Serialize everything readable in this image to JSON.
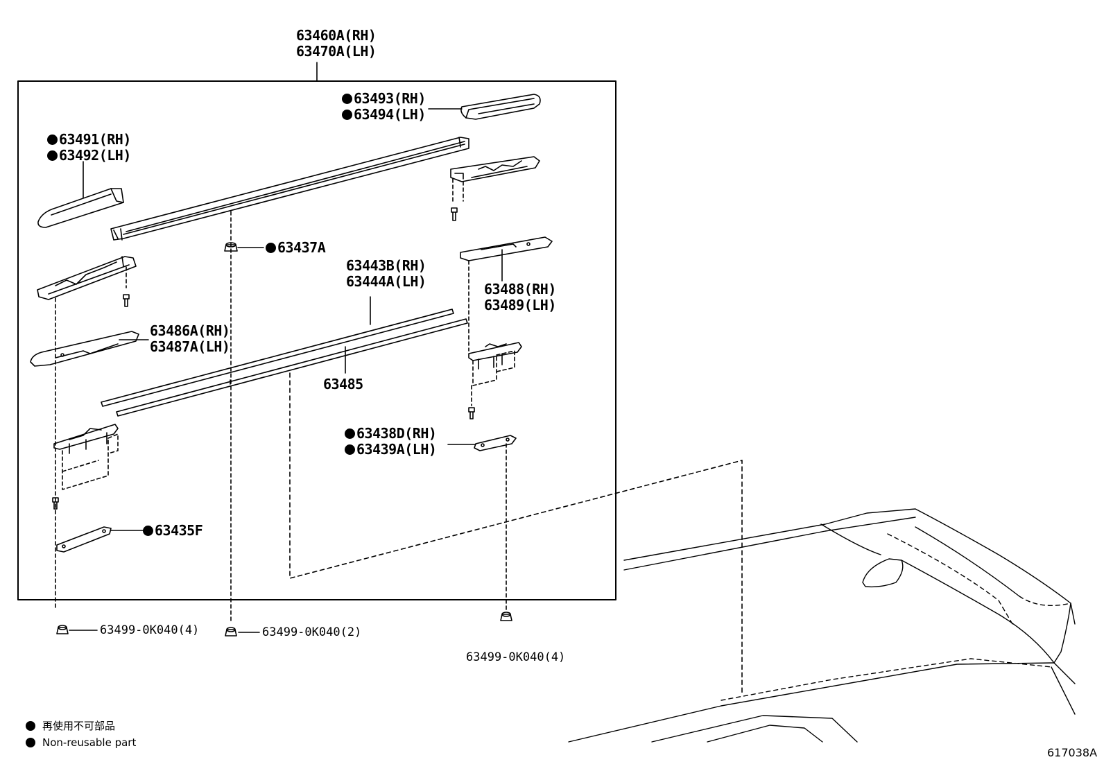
{
  "labels": {
    "assembly_rh": "63460A(RH)",
    "assembly_lh": "63470A(LH)",
    "cover_front_rh": "63493(RH)",
    "cover_front_lh": "63494(LH)",
    "cover_rear_rh": "63491(RH)",
    "cover_rear_lh": "63492(LH)",
    "nut_63437": "63437A",
    "molding_rh": "63443B(RH)",
    "molding_lh": "63444A(LH)",
    "bracket_front_rh": "63488(RH)",
    "bracket_front_lh": "63489(LH)",
    "bracket_rear_rh": "63486A(RH)",
    "bracket_rear_lh": "63487A(LH)",
    "strip": "63485",
    "pad_rh": "63438D(RH)",
    "pad_lh": "63439A(LH)",
    "pad_63435": "63435F",
    "nut_rear": "63499-0K040(4)",
    "nut_center": "63499-0K040(2)",
    "nut_front": "63499-0K040(4)"
  },
  "legend": {
    "jp": "再使用不可部品",
    "en": "Non-reusable part"
  },
  "figure_id": "617038A"
}
